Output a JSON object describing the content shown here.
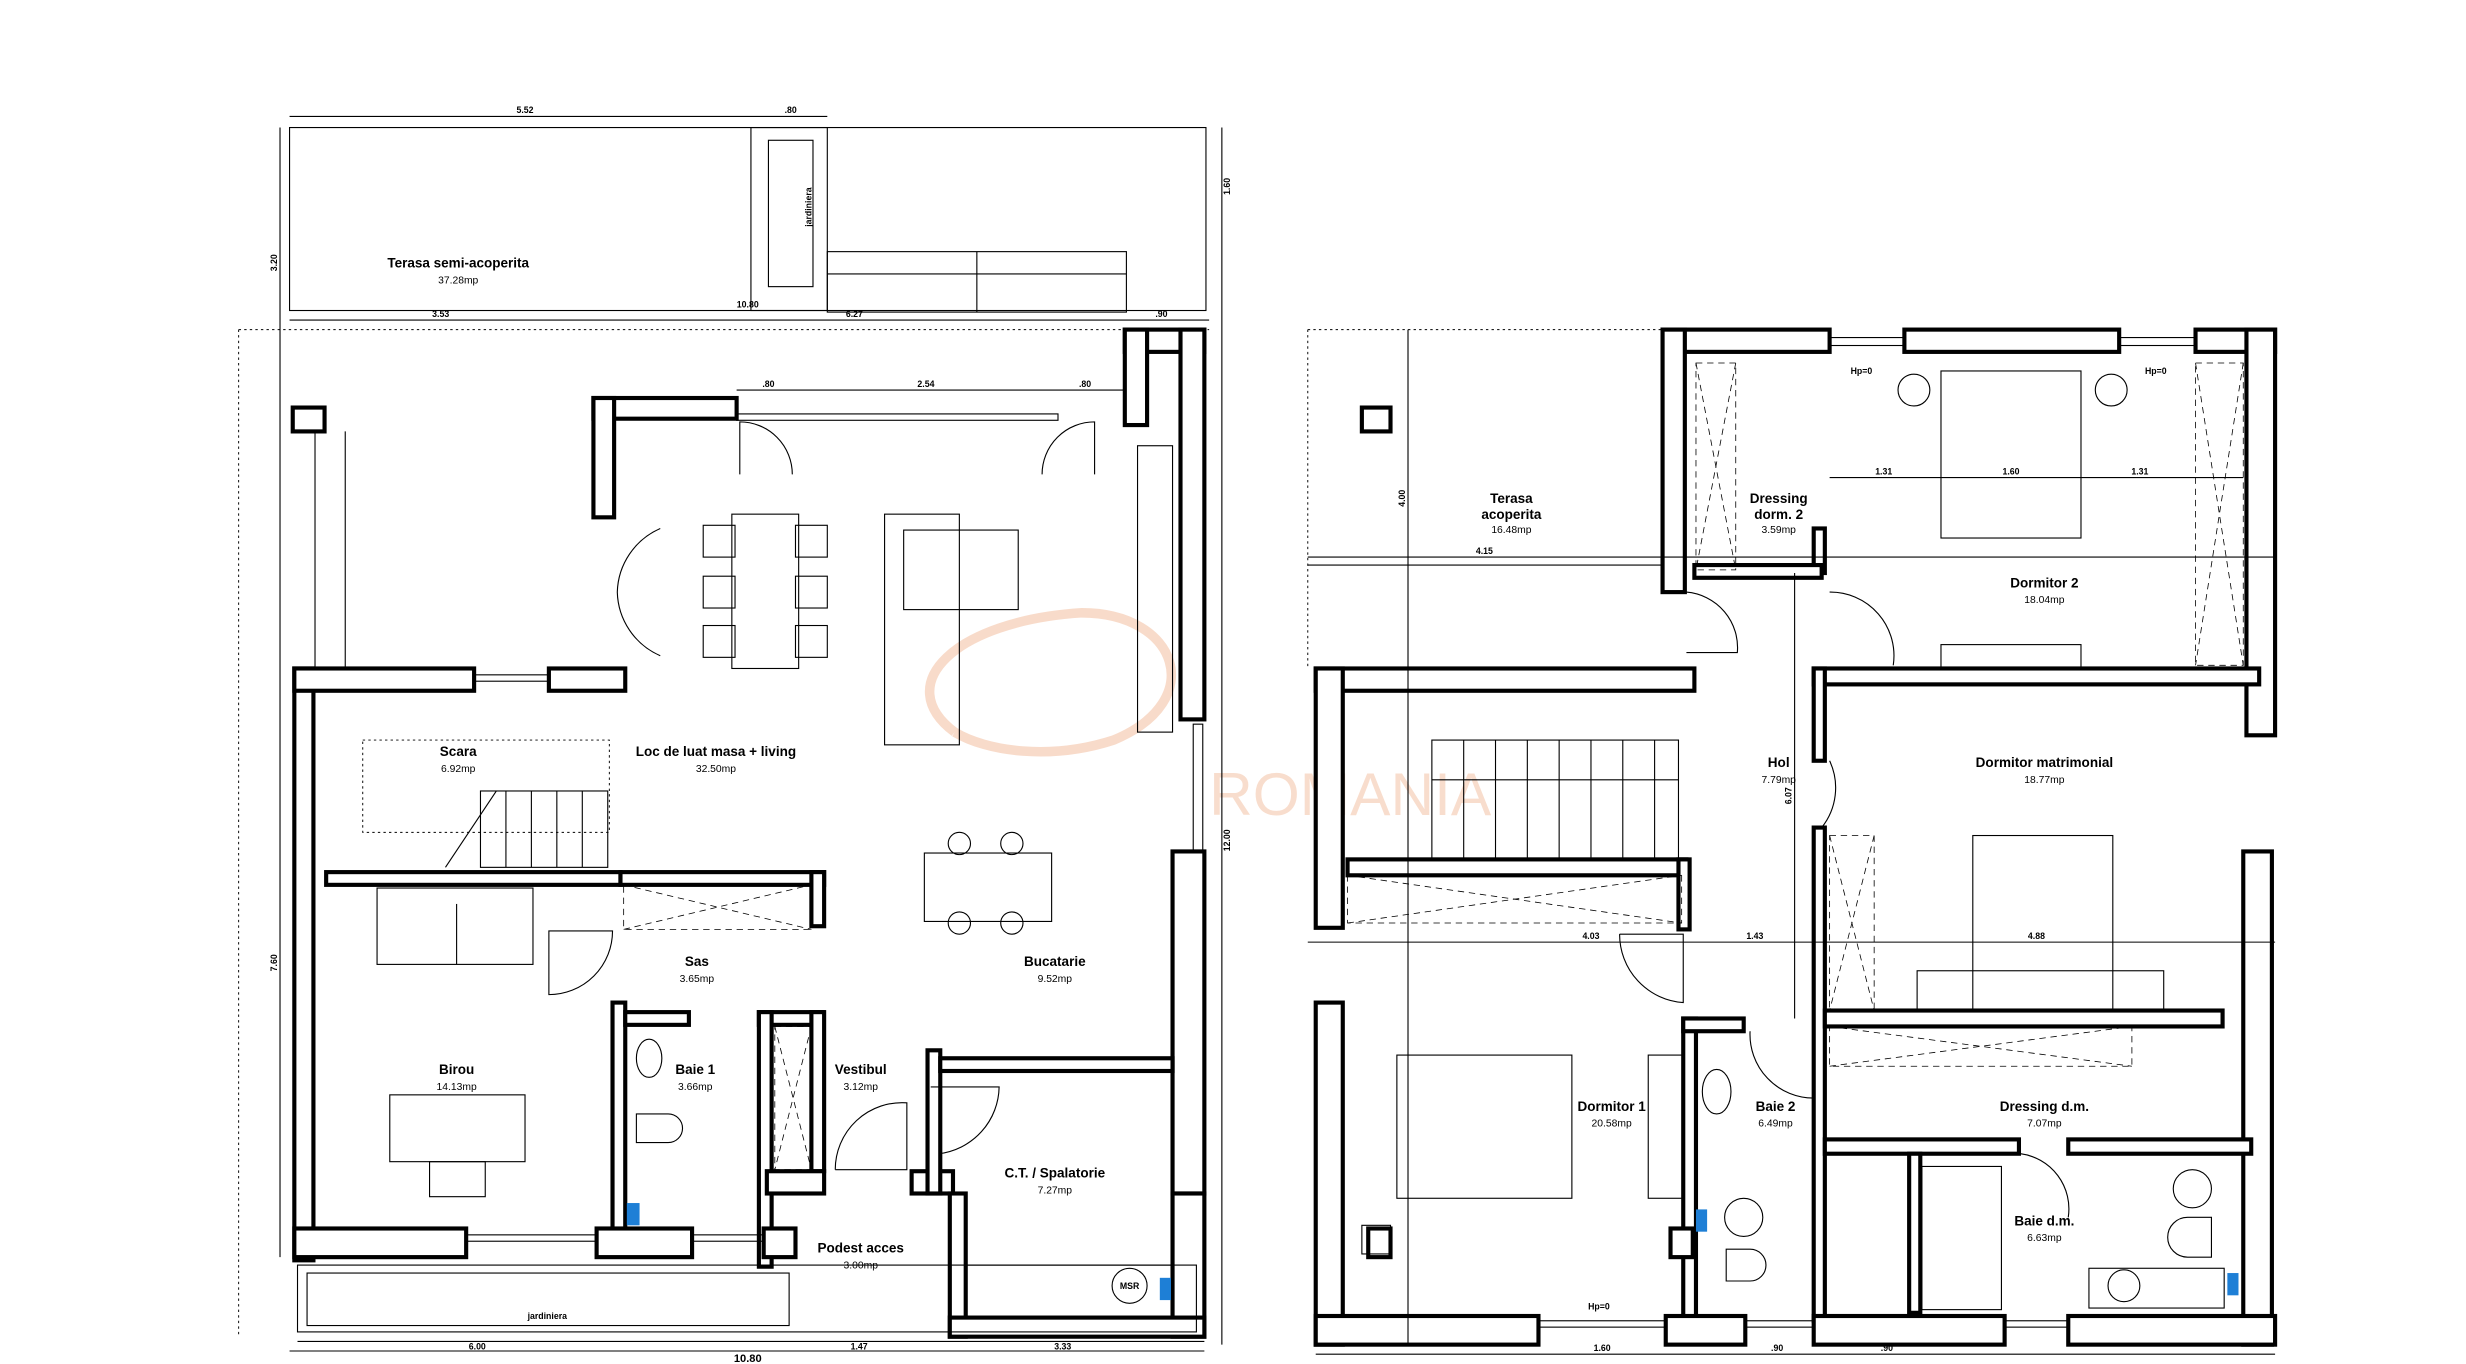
{
  "colors": {
    "walls": "#000000",
    "watermark": "#f3c3a6",
    "radiator": "#1e7fd6"
  },
  "watermark": {
    "text": "ROMANIA"
  },
  "ground_floor": {
    "rooms": [
      {
        "name": "Terasa semi-acoperita",
        "area": "37.28mp"
      },
      {
        "name": "Scara",
        "area": "6.92mp"
      },
      {
        "name": "Loc de luat masa + living",
        "area": "32.50mp"
      },
      {
        "name": "Sas",
        "area": "3.65mp"
      },
      {
        "name": "Bucatarie",
        "area": "9.52mp"
      },
      {
        "name": "Birou",
        "area": "14.13mp"
      },
      {
        "name": "Baie 1",
        "area": "3.66mp"
      },
      {
        "name": "Vestibul",
        "area": "3.12mp"
      },
      {
        "name": "C.T. / Spalatorie",
        "area": "7.27mp"
      },
      {
        "name": "Podest acces",
        "area": "3.00mp"
      }
    ],
    "planter_label": "jardiniera",
    "boiler_label": "MSR",
    "dimensions": [
      "5.52",
      ".80",
      "10.80",
      "3.53",
      "6.27",
      ".90",
      ".80",
      "2.54",
      ".80",
      "3.20",
      "7.60",
      "1.60",
      "12.00",
      "6.00",
      "1.47",
      "3.33",
      "10.80"
    ]
  },
  "upper_floor": {
    "rooms": [
      {
        "name": "Terasa",
        "name2": "acoperita",
        "area": "16.48mp"
      },
      {
        "name": "Dressing",
        "name2": "dorm. 2",
        "area": "3.59mp"
      },
      {
        "name": "Dormitor 2",
        "area": "18.04mp"
      },
      {
        "name": "Hol",
        "area": "7.79mp"
      },
      {
        "name": "Dormitor matrimonial",
        "area": "18.77mp"
      },
      {
        "name": "Dormitor 1",
        "area": "20.58mp"
      },
      {
        "name": "Baie 2",
        "area": "6.49mp"
      },
      {
        "name": "Dressing d.m.",
        "area": "7.07mp"
      },
      {
        "name": "Baie d.m.",
        "area": "6.63mp"
      }
    ],
    "window_label": "Hp=0",
    "dimensions": [
      "4.15",
      "4.00",
      "1.31",
      "1.60",
      "1.31",
      "4.03",
      "1.43",
      "4.88",
      "1.60",
      ".90",
      ".90",
      "6.07"
    ]
  }
}
